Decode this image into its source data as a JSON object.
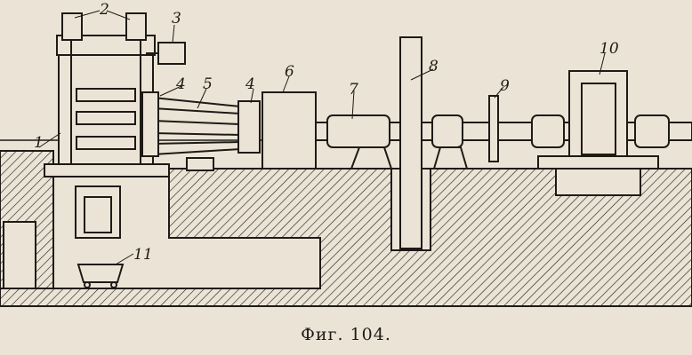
{
  "figure": {
    "caption": "Фиг. 104.",
    "labels": [
      "1",
      "2",
      "3",
      "4",
      "5",
      "4",
      "6",
      "7",
      "8",
      "9",
      "10",
      "11"
    ]
  },
  "colors": {
    "paper": "#ebe4d6",
    "ink": "#1e1a16"
  }
}
